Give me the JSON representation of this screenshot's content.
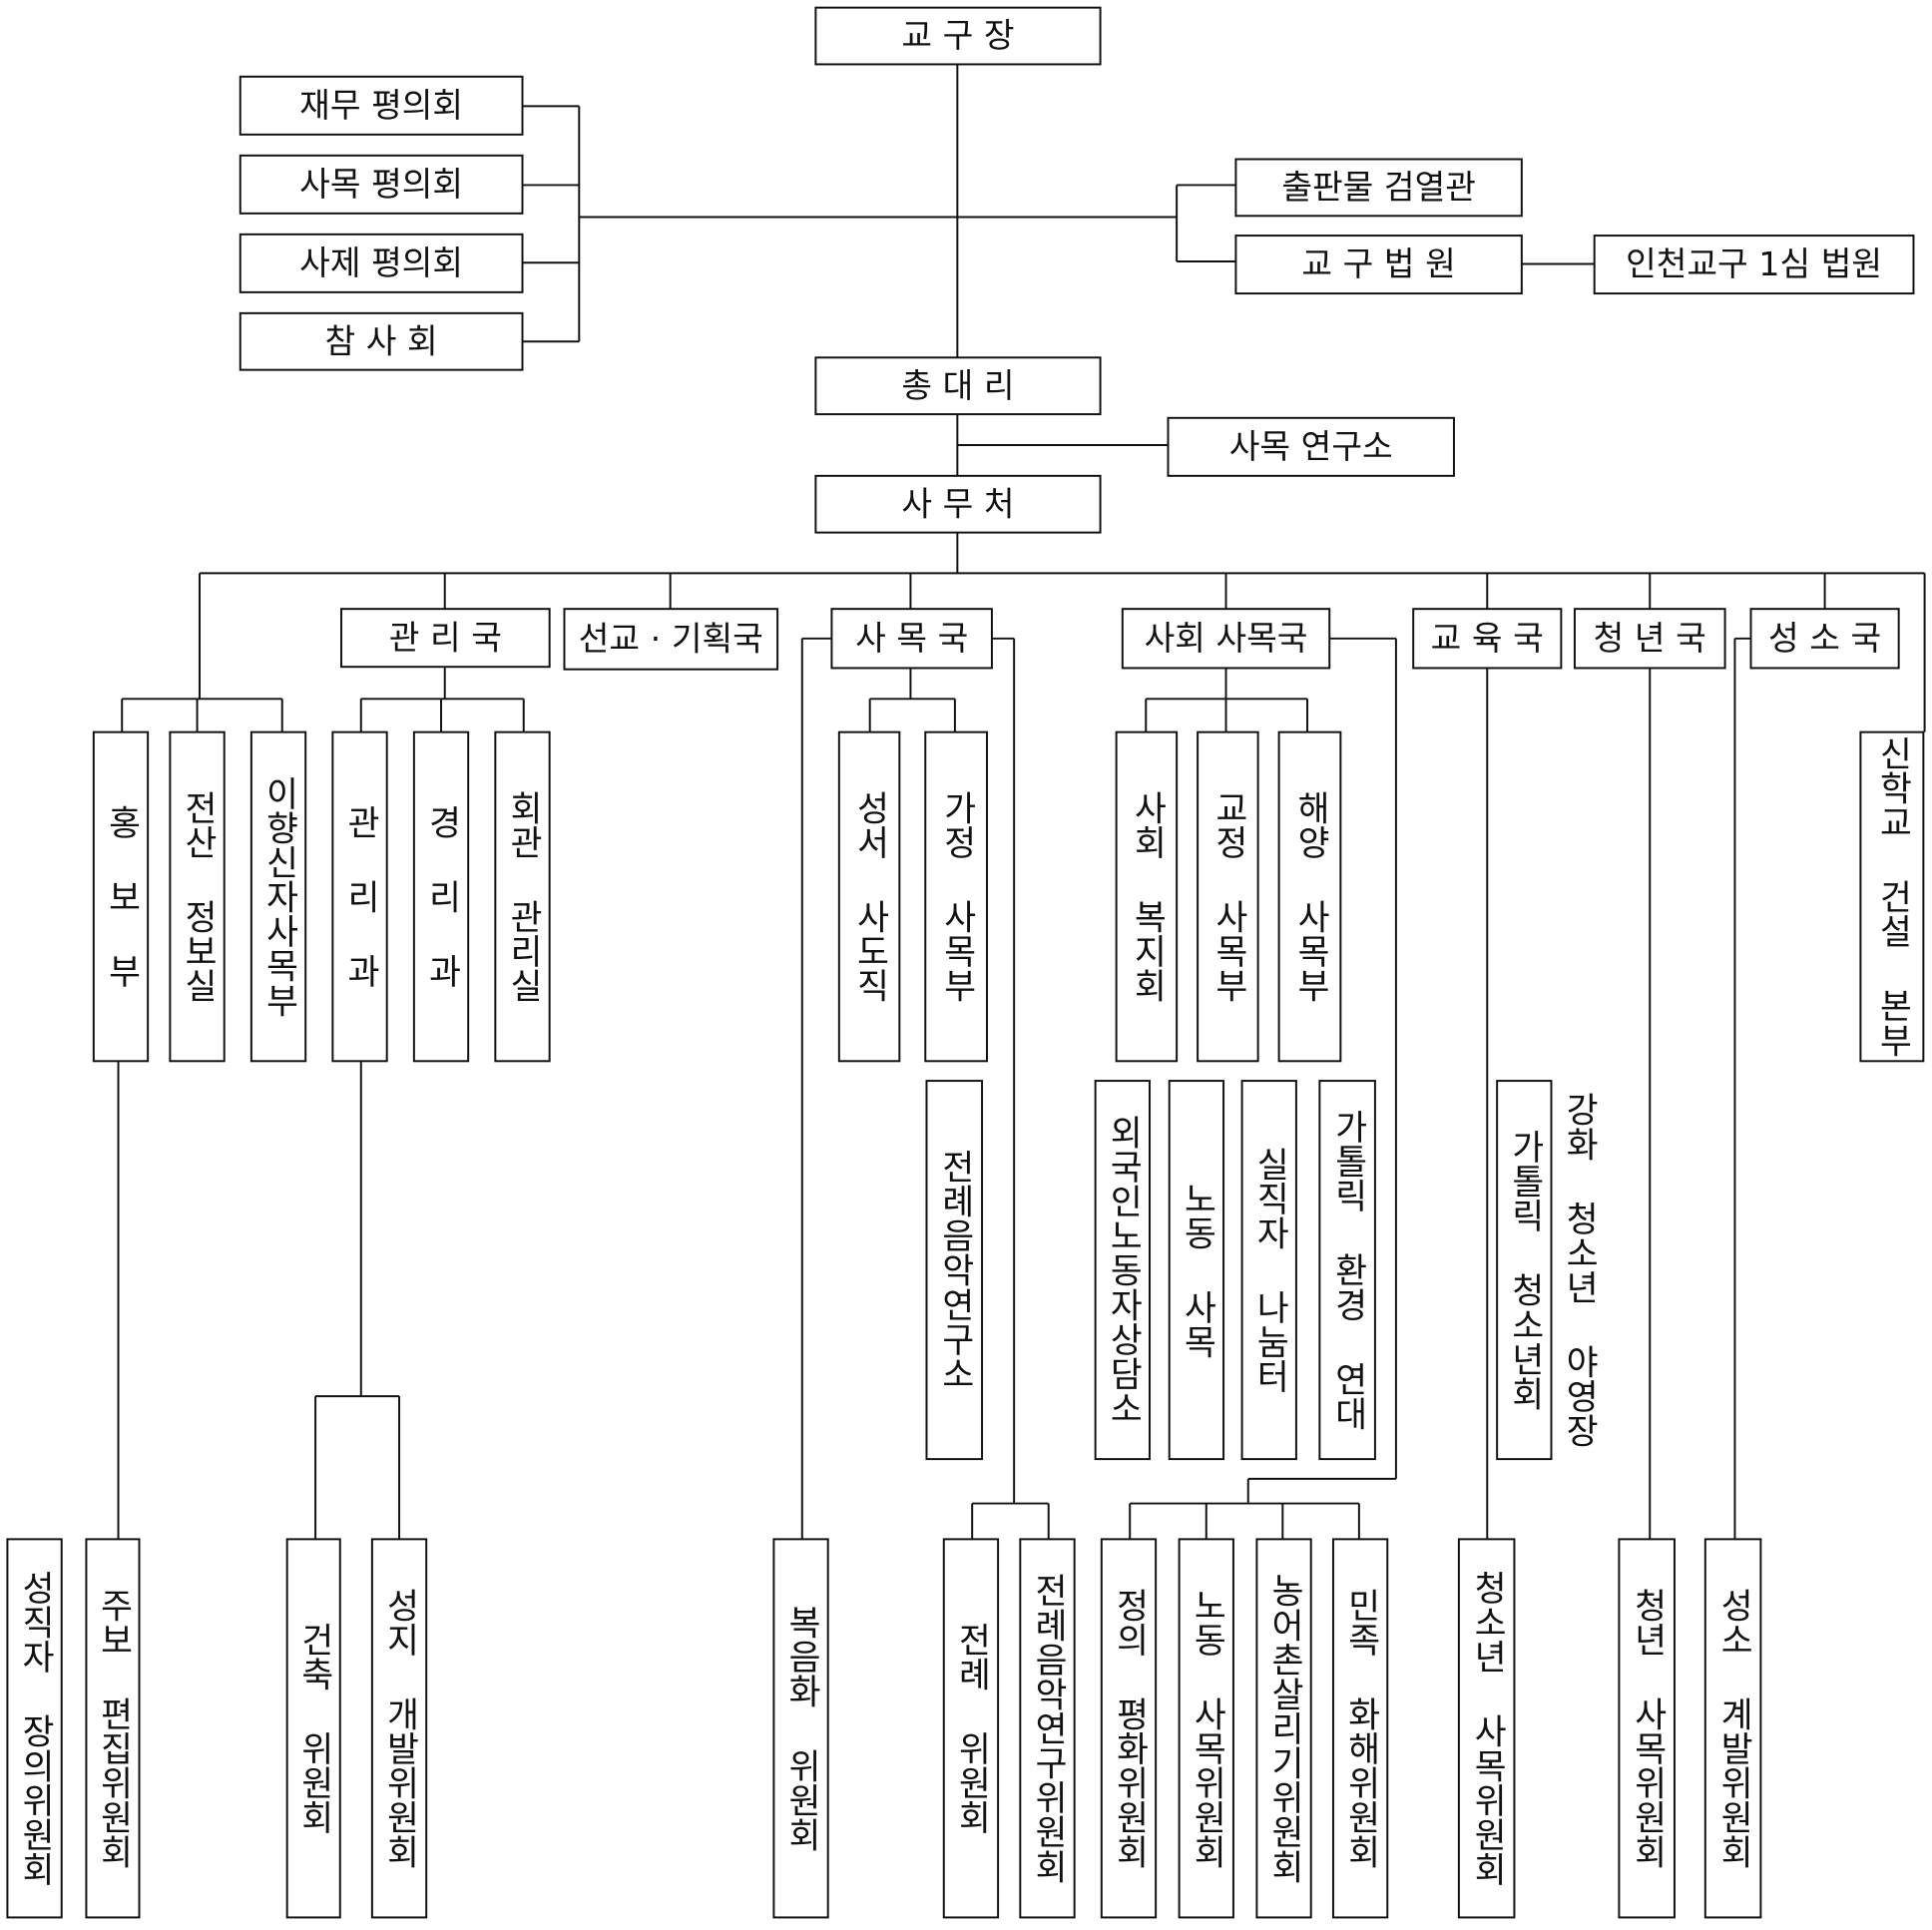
{
  "title": "교구 조직도",
  "nodes": {
    "bishop": "교 구 장",
    "finance_council": "재무 평의회",
    "pastoral_council": "사목 평의회",
    "presbyteral_council": "사제 평의회",
    "consultors": "참   사   회",
    "censor": "출판물 검열관",
    "tribunal": "교 구 법 원",
    "incheon_court": "인천교구 1심 법원",
    "vicar_general": "총 대 리",
    "pastoral_institute": "사목 연구소",
    "chancery": "사 무 처",
    "admin_bureau": "관 리 국",
    "mission_bureau": "선교 · 기획국",
    "pastoral_bureau": "사 목 국",
    "social_bureau": "사회 사목국",
    "education_bureau": "교 육 국",
    "youth_bureau": "청 년 국",
    "vocation_bureau": "성 소 국",
    "seminary_hq": "신학교 건설 본부",
    "pr_dept": "홍 보 부",
    "it_office": "전산 정보실",
    "migrant_dept": "이향신자사목부",
    "mgmt_section": "관 리 과",
    "accounting_section": "경 리 과",
    "hall_office": "회관 관리실",
    "bible_apostolate": "성서 사도직",
    "family_dept": "가정 사목부",
    "liturgical_music_inst": "전례음악연구소",
    "social_welfare": "사회 복지회",
    "prison_dept": "교정 사목부",
    "maritime_dept": "해양 사목부",
    "migrant_worker_center": "외국인노동자상담소",
    "labor_ministry": "노동 사목",
    "unemployed_shelter": "실직자 나눔터",
    "env_solidarity": "가톨릭 환경 연대",
    "catholic_youth": "가톨릭 청소년회",
    "ganghwa_camp": "강화 청소년 야영장",
    "clergy_funeral": "성직자 장의위원회",
    "bulletin_committee": "주보 편집위원회",
    "construction_committee": "건축 위원회",
    "shrine_committee": "성지 개발위원회",
    "evangelization_committee": "복음화 위원회",
    "liturgy_committee": "전례 위원회",
    "liturgical_music_committee": "전례음악연구위원회",
    "justice_peace_committee": "정의 평화위원회",
    "labor_committee": "노동 사목위원회",
    "rural_committee": "농어촌살리기위원회",
    "reconciliation_committee": "민족 화해위원회",
    "youth_pastoral_committee": "청소년 사목위원회",
    "young_adult_committee": "청년 사목위원회",
    "vocation_committee": "성소 계발위원회"
  }
}
